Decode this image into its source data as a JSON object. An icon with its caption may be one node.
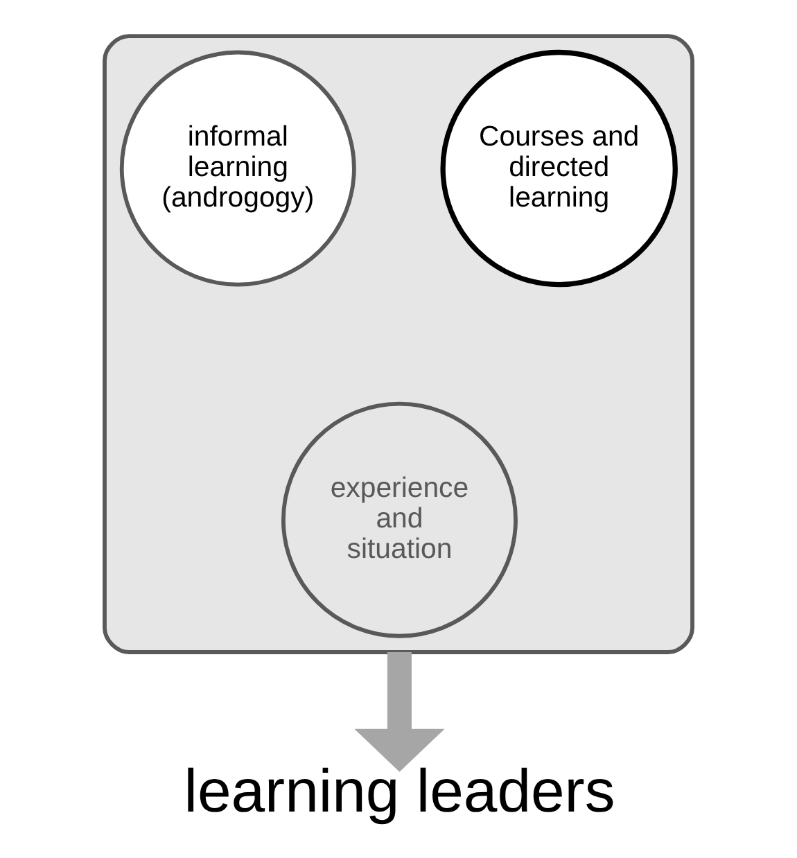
{
  "diagram": {
    "nodes": [
      {
        "text": [],
        "shape": "funnel"
      },
      {
        "text": [
          "informal learning (androgogy)"
        ],
        "in": 0
      },
      {
        "text": [
          "Courses and directed learning"
        ],
        "in": 0
      },
      {
        "text": [
          "experience and situation"
        ],
        "in": 0
      },
      {
        "text": [
          "learning leaders"
        ]
      }
    ],
    "edges": [
      {
        "from": 0,
        "to": 4,
        "arrow": "to",
        "color": "#a6a6a6"
      }
    ]
  }
}
